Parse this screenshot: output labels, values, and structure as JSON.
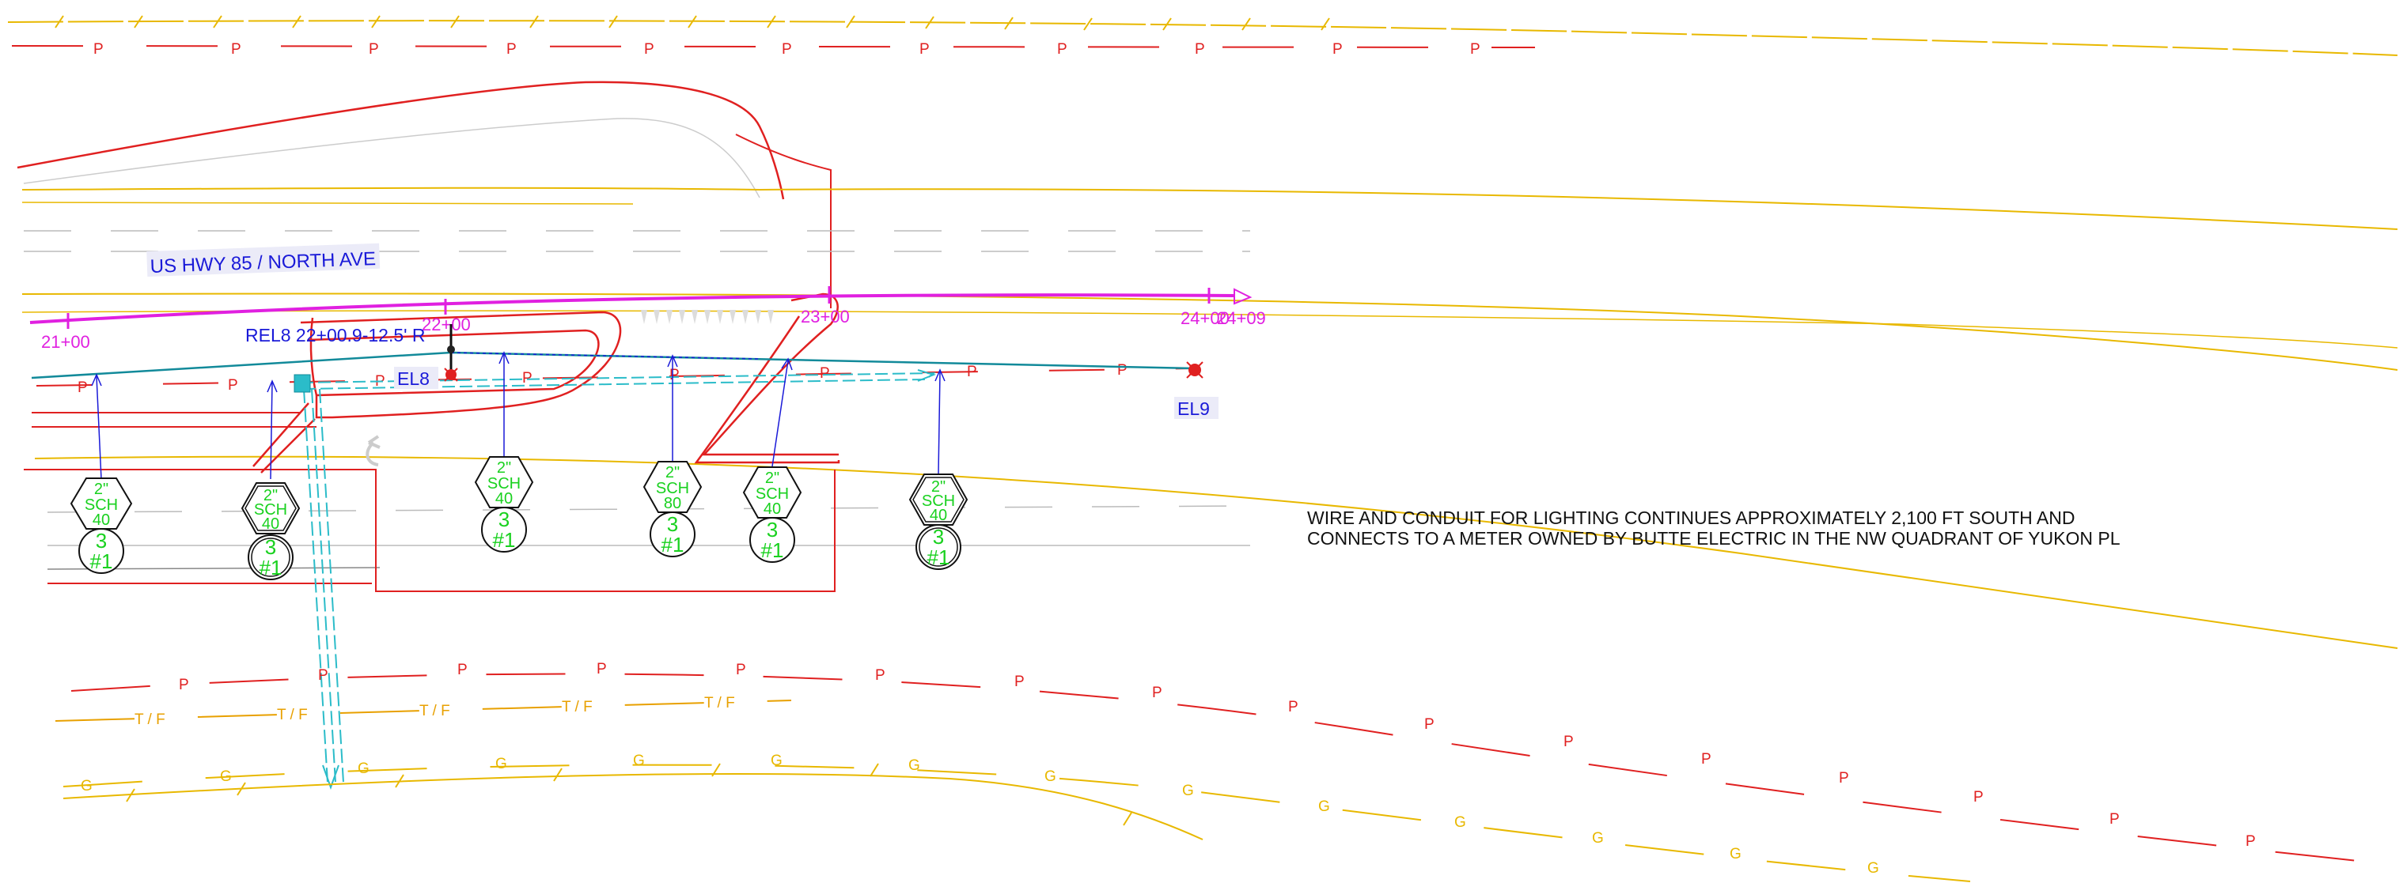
{
  "labels": {
    "road_name": "US HWY 85 / NORTH AVE",
    "rel_station": "REL8 22+00.9-12.5' R",
    "el8": "EL8",
    "el9": "EL9"
  },
  "stations": {
    "s21": "21+00",
    "s22": "22+00",
    "s23": "23+00",
    "s24": "24+00",
    "s24b": "24+09"
  },
  "note": {
    "line1": "WIRE AND CONDUIT FOR LIGHTING CONTINUES APPROXIMATELY 2,100 FT SOUTH AND",
    "line2": "CONNECTS TO A METER OWNED BY BUTTE ELECTRIC IN THE NW QUADRANT OF YUKON PL"
  },
  "callouts": [
    {
      "size": "2\"",
      "type": "SCH",
      "grade": "40",
      "wires": "3",
      "gauge": "#1"
    },
    {
      "size": "2\"",
      "type": "SCH",
      "grade": "40",
      "wires": "3",
      "gauge": "#1"
    },
    {
      "size": "2\"",
      "type": "SCH",
      "grade": "40",
      "wires": "3",
      "gauge": "#1"
    },
    {
      "size": "2\"",
      "type": "SCH",
      "grade": "80",
      "wires": "3",
      "gauge": "#1"
    },
    {
      "size": "2\"",
      "type": "SCH",
      "grade": "40",
      "wires": "3",
      "gauge": "#1"
    },
    {
      "size": "2\"",
      "type": "SCH",
      "grade": "40",
      "wires": "3",
      "gauge": "#1"
    }
  ],
  "utility_codes": {
    "power": "P",
    "telecom_fiber": "T / F",
    "gas": "G"
  },
  "colors": {
    "power": "#e02020",
    "edge_yellow": "#e8b800",
    "centerline": "#e020e0",
    "wire_teal": "#128a9a",
    "conduit_cyan": "#2bbcc9",
    "callout_text": "#19d11f",
    "label_blue": "#1a1ad8",
    "gas_orange": "#e8a000"
  }
}
